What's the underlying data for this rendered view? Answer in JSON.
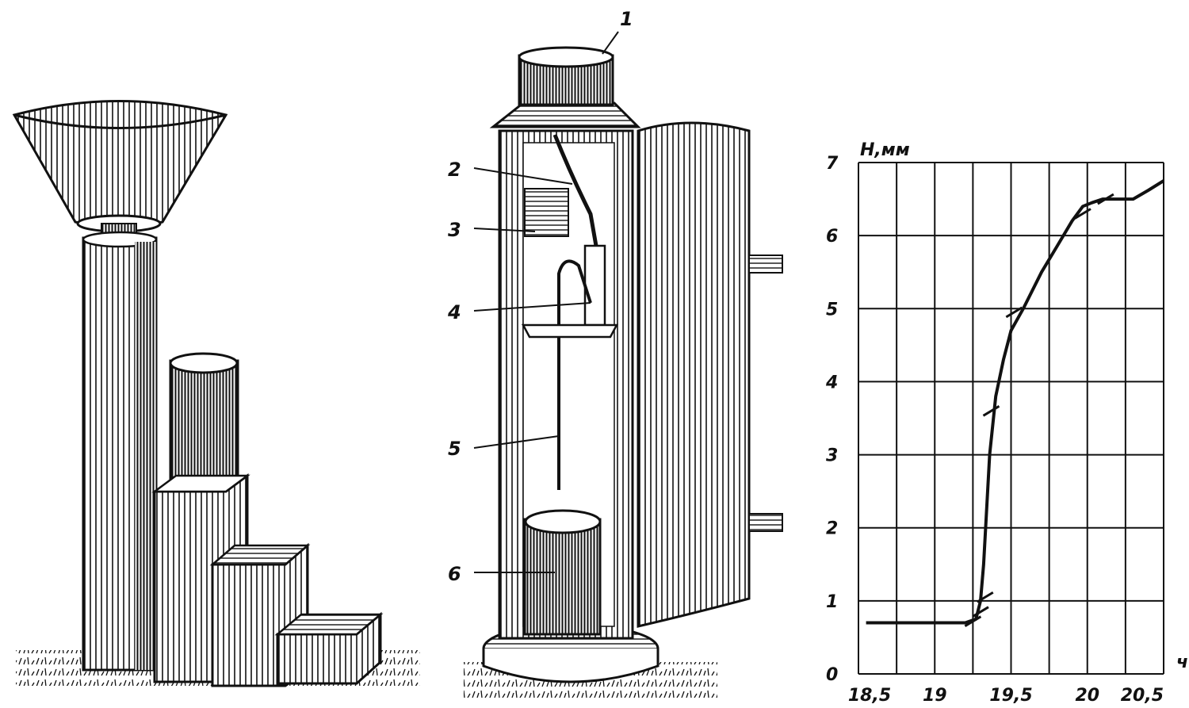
{
  "callouts": [
    "1",
    "2",
    "3",
    "4",
    "5",
    "6"
  ],
  "chart_data": {
    "type": "line",
    "ylabel": "H,мм",
    "xlabel": "ч",
    "x_ticks": [
      "18,5",
      "19",
      "19,5",
      "20",
      "20,5"
    ],
    "y_ticks": [
      "0",
      "1",
      "2",
      "3",
      "4",
      "5",
      "6",
      "7"
    ],
    "xlim": [
      18.5,
      20.5
    ],
    "ylim": [
      0,
      7
    ],
    "grid": true,
    "series": [
      {
        "x": [
          18.55,
          18.9,
          19.2,
          19.27,
          19.3,
          19.32,
          19.36,
          19.4,
          19.45,
          19.5,
          19.58,
          19.7,
          19.8,
          19.9,
          19.97,
          20.03,
          20.1,
          20.2,
          20.3,
          20.4,
          20.5
        ],
        "y": [
          0.7,
          0.7,
          0.7,
          0.75,
          1.0,
          1.5,
          3.0,
          3.8,
          4.3,
          4.7,
          5.0,
          5.5,
          5.85,
          6.2,
          6.4,
          6.45,
          6.5,
          6.5,
          6.5,
          6.62,
          6.75
        ]
      }
    ]
  }
}
